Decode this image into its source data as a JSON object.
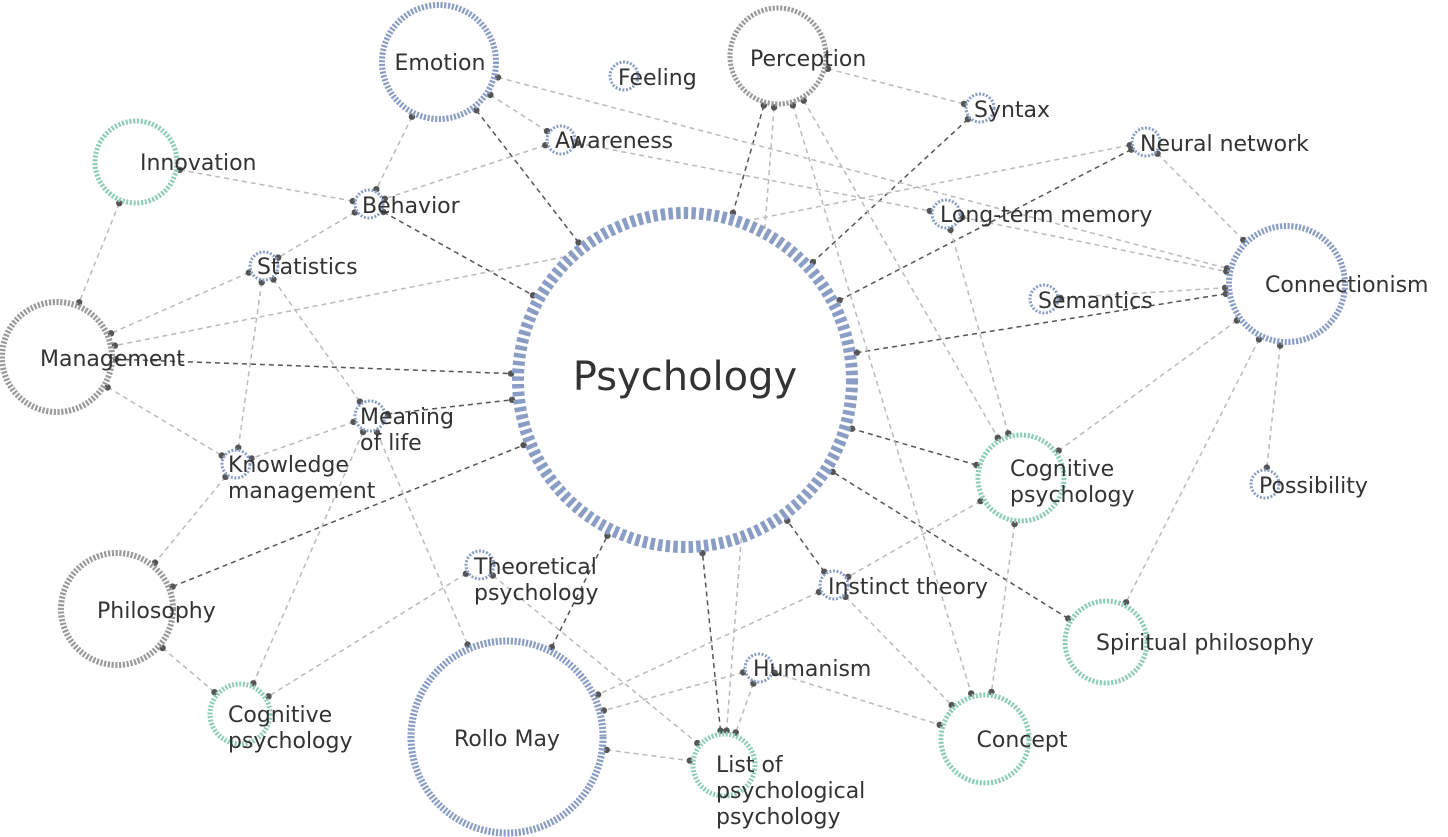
{
  "colors": {
    "blue": "#8a9dc4",
    "gray": "#9a9a9a",
    "green": "#8fcdb6",
    "edge_light": "#bbbbbb",
    "edge_dark": "#555555",
    "dot": "#555555",
    "text": "#333333"
  },
  "nodes": [
    {
      "id": "psychology",
      "label": "Psychology",
      "color": "blue"
    },
    {
      "id": "emotion",
      "label": "Emotion",
      "color": "blue"
    },
    {
      "id": "feeling",
      "label": "Feeling",
      "color": "blue"
    },
    {
      "id": "perception",
      "label": "Perception",
      "color": "gray"
    },
    {
      "id": "syntax",
      "label": "Syntax",
      "color": "blue"
    },
    {
      "id": "neural_network",
      "label": "Neural network",
      "color": "blue"
    },
    {
      "id": "innovation",
      "label": "Innovation",
      "color": "green"
    },
    {
      "id": "awareness",
      "label": "Awareness",
      "color": "blue"
    },
    {
      "id": "behavior",
      "label": "Behavior",
      "color": "blue"
    },
    {
      "id": "long_term_memory",
      "label": "Long-term memory",
      "color": "blue"
    },
    {
      "id": "statistics",
      "label": "Statistics",
      "color": "blue"
    },
    {
      "id": "connectionism",
      "label": "Connectionism",
      "color": "blue"
    },
    {
      "id": "semantics",
      "label": "Semantics",
      "color": "blue"
    },
    {
      "id": "management",
      "label": "Management",
      "color": "gray"
    },
    {
      "id": "meaning_of_life",
      "label": "Meaning\nof life",
      "color": "blue"
    },
    {
      "id": "knowledge_management",
      "label": "Knowledge\nmanagement",
      "color": "blue"
    },
    {
      "id": "cognitive_psychology_r",
      "label": "Cognitive\npsychology",
      "color": "green"
    },
    {
      "id": "possibility",
      "label": "Possibility",
      "color": "blue"
    },
    {
      "id": "philosophy",
      "label": "Philosophy",
      "color": "gray"
    },
    {
      "id": "theoretical_psychology",
      "label": "Theoretical\npsychology",
      "color": "blue"
    },
    {
      "id": "instinct_theory",
      "label": "Instinct theory",
      "color": "blue"
    },
    {
      "id": "spiritual_philosophy",
      "label": "Spiritual philosophy",
      "color": "green"
    },
    {
      "id": "humanism",
      "label": "Humanism",
      "color": "blue"
    },
    {
      "id": "cognitive_psychology_l",
      "label": "Cognitive\npsychology",
      "color": "green"
    },
    {
      "id": "rollo_may",
      "label": "Rollo May",
      "color": "blue"
    },
    {
      "id": "list_psych",
      "label": "List of\npsychological\npsychology",
      "color": "green"
    },
    {
      "id": "concept",
      "label": "Concept",
      "color": "green"
    }
  ],
  "edges": [
    [
      "emotion",
      "psychology",
      "dark"
    ],
    [
      "perception",
      "psychology",
      "dark"
    ],
    [
      "syntax",
      "psychology",
      "dark"
    ],
    [
      "neural_network",
      "psychology",
      "dark"
    ],
    [
      "behavior",
      "psychology",
      "dark"
    ],
    [
      "management",
      "psychology",
      "dark"
    ],
    [
      "meaning_of_life",
      "psychology",
      "dark"
    ],
    [
      "connectionism",
      "psychology",
      "dark"
    ],
    [
      "cognitive_psychology_r",
      "psychology",
      "dark"
    ],
    [
      "philosophy",
      "psychology",
      "dark"
    ],
    [
      "instinct_theory",
      "psychology",
      "dark"
    ],
    [
      "spiritual_philosophy",
      "psychology",
      "dark"
    ],
    [
      "rollo_may",
      "psychology",
      "dark"
    ],
    [
      "list_psych",
      "psychology",
      "dark"
    ],
    [
      "emotion",
      "awareness",
      "light"
    ],
    [
      "emotion",
      "behavior",
      "light"
    ],
    [
      "emotion",
      "connectionism",
      "light"
    ],
    [
      "innovation",
      "behavior",
      "light"
    ],
    [
      "innovation",
      "management",
      "light"
    ],
    [
      "awareness",
      "behavior",
      "light"
    ],
    [
      "awareness",
      "long_term_memory",
      "light"
    ],
    [
      "behavior",
      "statistics",
      "light"
    ],
    [
      "perception",
      "syntax",
      "light"
    ],
    [
      "perception",
      "cognitive_psychology_r",
      "light"
    ],
    [
      "perception",
      "concept",
      "light"
    ],
    [
      "perception",
      "list_psych",
      "light"
    ],
    [
      "neural_network",
      "connectionism",
      "light"
    ],
    [
      "neural_network",
      "management",
      "light"
    ],
    [
      "long_term_memory",
      "connectionism",
      "light"
    ],
    [
      "long_term_memory",
      "cognitive_psychology_r",
      "light"
    ],
    [
      "semantics",
      "connectionism",
      "light"
    ],
    [
      "statistics",
      "management",
      "light"
    ],
    [
      "statistics",
      "knowledge_management",
      "light"
    ],
    [
      "statistics",
      "meaning_of_life",
      "light"
    ],
    [
      "management",
      "knowledge_management",
      "light"
    ],
    [
      "meaning_of_life",
      "knowledge_management",
      "light"
    ],
    [
      "meaning_of_life",
      "cognitive_psychology_l",
      "light"
    ],
    [
      "meaning_of_life",
      "rollo_may",
      "light"
    ],
    [
      "knowledge_management",
      "philosophy",
      "light"
    ],
    [
      "connectionism",
      "cognitive_psychology_r",
      "light"
    ],
    [
      "connectionism",
      "possibility",
      "light"
    ],
    [
      "connectionism",
      "spiritual_philosophy",
      "light"
    ],
    [
      "cognitive_psychology_r",
      "instinct_theory",
      "light"
    ],
    [
      "cognitive_psychology_r",
      "concept",
      "light"
    ],
    [
      "philosophy",
      "cognitive_psychology_l",
      "light"
    ],
    [
      "theoretical_psychology",
      "cognitive_psychology_l",
      "light"
    ],
    [
      "theoretical_psychology",
      "list_psych",
      "light"
    ],
    [
      "instinct_theory",
      "rollo_may",
      "light"
    ],
    [
      "instinct_theory",
      "concept",
      "light"
    ],
    [
      "humanism",
      "rollo_may",
      "light"
    ],
    [
      "humanism",
      "concept",
      "light"
    ],
    [
      "humanism",
      "list_psych",
      "light"
    ],
    [
      "rollo_may",
      "list_psych",
      "light"
    ]
  ]
}
